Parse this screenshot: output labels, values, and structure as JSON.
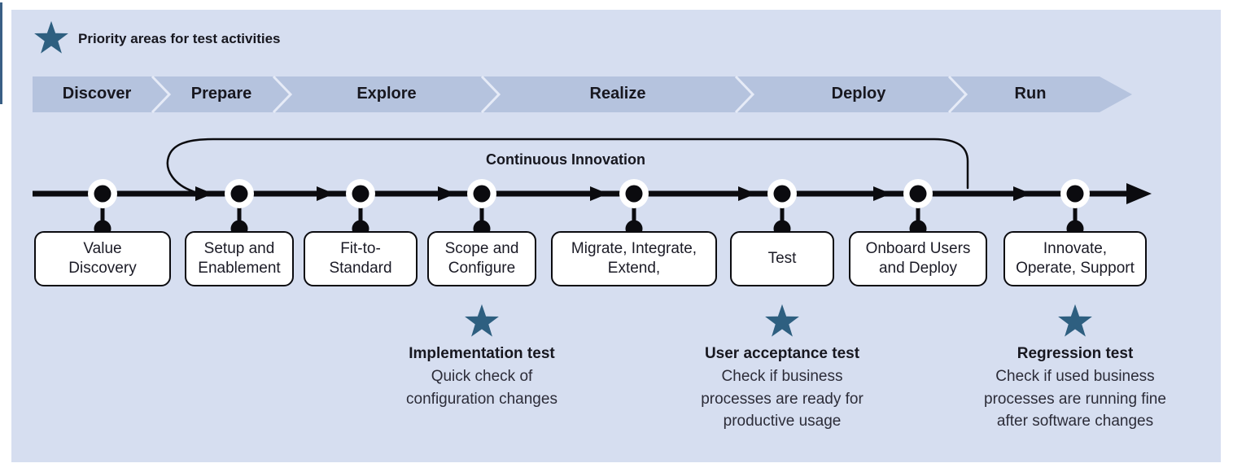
{
  "legend": {
    "label": "Priority areas for test activities"
  },
  "phase_bar": {
    "phases": [
      {
        "label": "Discover"
      },
      {
        "label": "Prepare"
      },
      {
        "label": "Explore"
      },
      {
        "label": "Realize"
      },
      {
        "label": "Deploy"
      },
      {
        "label": "Run"
      }
    ]
  },
  "timeline": {
    "loop_label": "Continuous Innovation"
  },
  "milestones": [
    {
      "label": "Value\nDiscovery"
    },
    {
      "label": "Setup and\nEnablement"
    },
    {
      "label": "Fit-to-\nStandard"
    },
    {
      "label": "Scope and\nConfigure"
    },
    {
      "label": "Migrate, Integrate,\nExtend,"
    },
    {
      "label": "Test"
    },
    {
      "label": "Onboard Users\nand Deploy"
    },
    {
      "label": "Innovate,\nOperate, Support"
    }
  ],
  "tests": [
    {
      "title": "Implementation test",
      "description": "Quick check of\nconfiguration changes"
    },
    {
      "title": "User acceptance test",
      "description": "Check if business\nprocesses are ready for\nproductive usage"
    },
    {
      "title": "Regression test",
      "description": "Check if used business\nprocesses are running fine\nafter software changes"
    }
  ],
  "colors": {
    "background": "#d6def0",
    "phase-bar": "#b5c3de",
    "star": "#2e5f80",
    "line": "#0b0b0f",
    "text-dark": "#17171f",
    "text-body": "#2c2c38",
    "separator": "#e6ebf7"
  }
}
